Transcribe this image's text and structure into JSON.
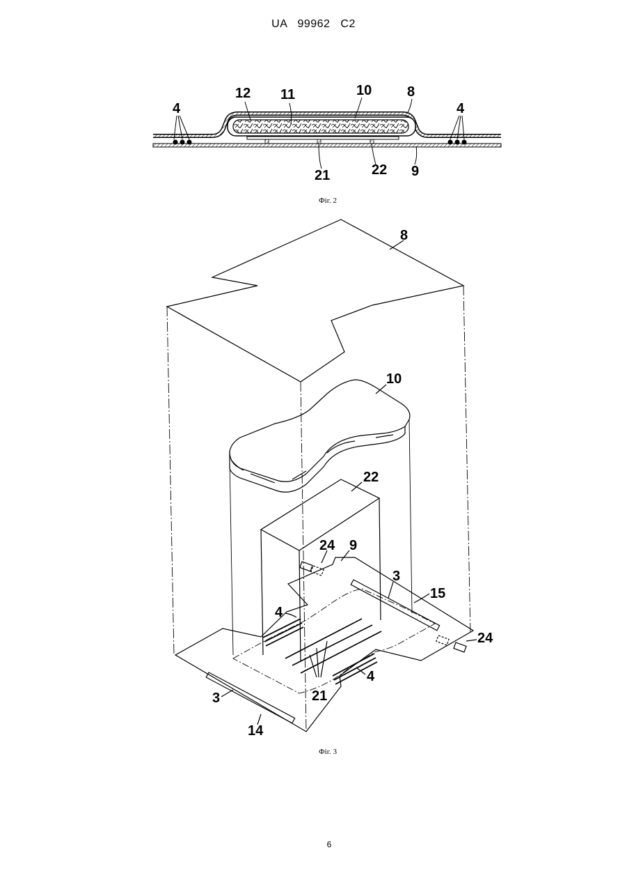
{
  "header": {
    "doc_id": "UA   99962   C2"
  },
  "figures": [
    {
      "caption": "Фіг. 2",
      "labels": {
        "l12": "12",
        "l11": "11",
        "l10": "10",
        "l8": "8",
        "l4a": "4",
        "l4b": "4",
        "l21": "21",
        "l22": "22",
        "l9": "9"
      }
    },
    {
      "caption": "Фіг. 3",
      "labels": {
        "l8": "8",
        "l10": "10",
        "l22": "22",
        "l24a": "24",
        "l9": "9",
        "l3a": "3",
        "l15": "15",
        "l4a": "4",
        "l24b": "24",
        "l4b": "4",
        "l21": "21",
        "l3b": "3",
        "l14": "14"
      }
    }
  ],
  "page": {
    "number": "6"
  },
  "colors": {
    "ink": "#000000",
    "paper": "#ffffff"
  }
}
